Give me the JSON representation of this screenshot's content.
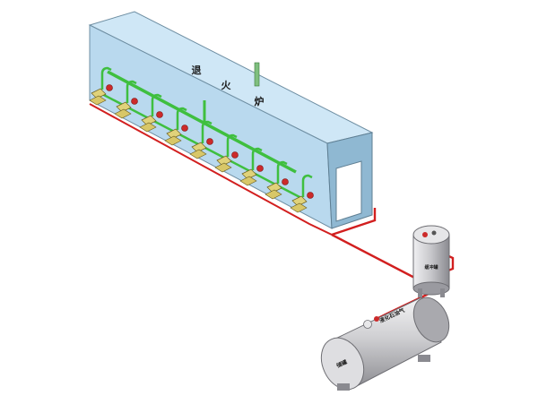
{
  "furnace": {
    "label_chars": [
      "退",
      "火",
      "炉"
    ],
    "body_color": "#b9d9ee",
    "top_color": "#cfe7f6",
    "side_color": "#8fb8d2",
    "burner_count": 9
  },
  "buffer_tank": {
    "label": "缓冲罐",
    "color": "#c9c9cc"
  },
  "storage_tank": {
    "label_top": "液化石油气",
    "label_end": "储罐",
    "color": "#cfcfd2"
  },
  "colors": {
    "gas_pipe": "#d21f1f",
    "air_pipe": "#3fbf3f",
    "burner": "#e0d27a",
    "valve": "#cc2a2a"
  }
}
